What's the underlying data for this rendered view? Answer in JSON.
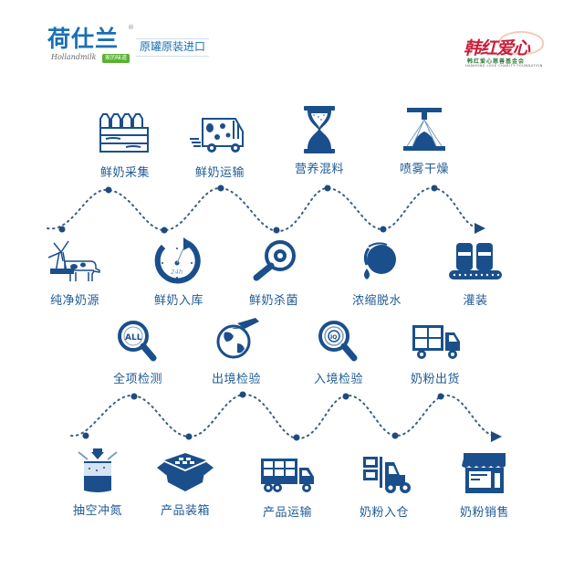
{
  "header": {
    "left_logo": {
      "brand": "荷仕兰",
      "registered_mark": "®",
      "script_text": "Hollandmilk",
      "sub_tag": "家的味道",
      "tagline": "原罐原装进口"
    },
    "right_logo": {
      "script_name": "韩红爱心",
      "org_name": "韩红爱心慈善基金会",
      "org_name_en": "HANHONG LOVE CHARITY FOUNDATION"
    }
  },
  "colors": {
    "primary_blue": "#1a4f8b",
    "brand_blue": "#1a6fb3",
    "green_tag": "#5ab130",
    "charity_red": "#c81e3a",
    "dot_line": "#3b5e86"
  },
  "rows": [
    {
      "row": 1,
      "steps": [
        {
          "icon": "milk-crate-icon",
          "label": "鲜奶采集"
        },
        {
          "icon": "milk-truck-icon",
          "label": "鲜奶运输"
        },
        {
          "icon": "hourglass-icon",
          "label": "营养混料"
        },
        {
          "icon": "spray-dryer-icon",
          "label": "喷雾干燥"
        }
      ]
    },
    {
      "row": 2,
      "steps": [
        {
          "icon": "windmill-cow-icon",
          "label": "纯净奶源"
        },
        {
          "icon": "clock-24h-icon",
          "label": "鲜奶入库"
        },
        {
          "icon": "magnifier-bacteria-icon",
          "label": "鲜奶杀菌"
        },
        {
          "icon": "drop-concentrate-icon",
          "label": "浓缩脱水"
        },
        {
          "icon": "canning-conveyor-icon",
          "label": "灌装"
        }
      ]
    },
    {
      "row": 3,
      "steps": [
        {
          "icon": "magnifier-all-icon",
          "label": "全项检测"
        },
        {
          "icon": "globe-plane-icon",
          "label": "出境检验"
        },
        {
          "icon": "magnifier-ciq-icon",
          "label": "入境检验"
        },
        {
          "icon": "delivery-truck-icon",
          "label": "奶粉出货"
        }
      ]
    },
    {
      "row": 4,
      "steps": [
        {
          "icon": "nitrogen-can-icon",
          "label": "抽空冲氮"
        },
        {
          "icon": "open-box-icon",
          "label": "产品装箱"
        },
        {
          "icon": "cargo-truck-icon",
          "label": "产品运输"
        },
        {
          "icon": "forklift-icon",
          "label": "奶粉入仓"
        },
        {
          "icon": "storefront-icon",
          "label": "奶粉销售"
        }
      ]
    }
  ]
}
